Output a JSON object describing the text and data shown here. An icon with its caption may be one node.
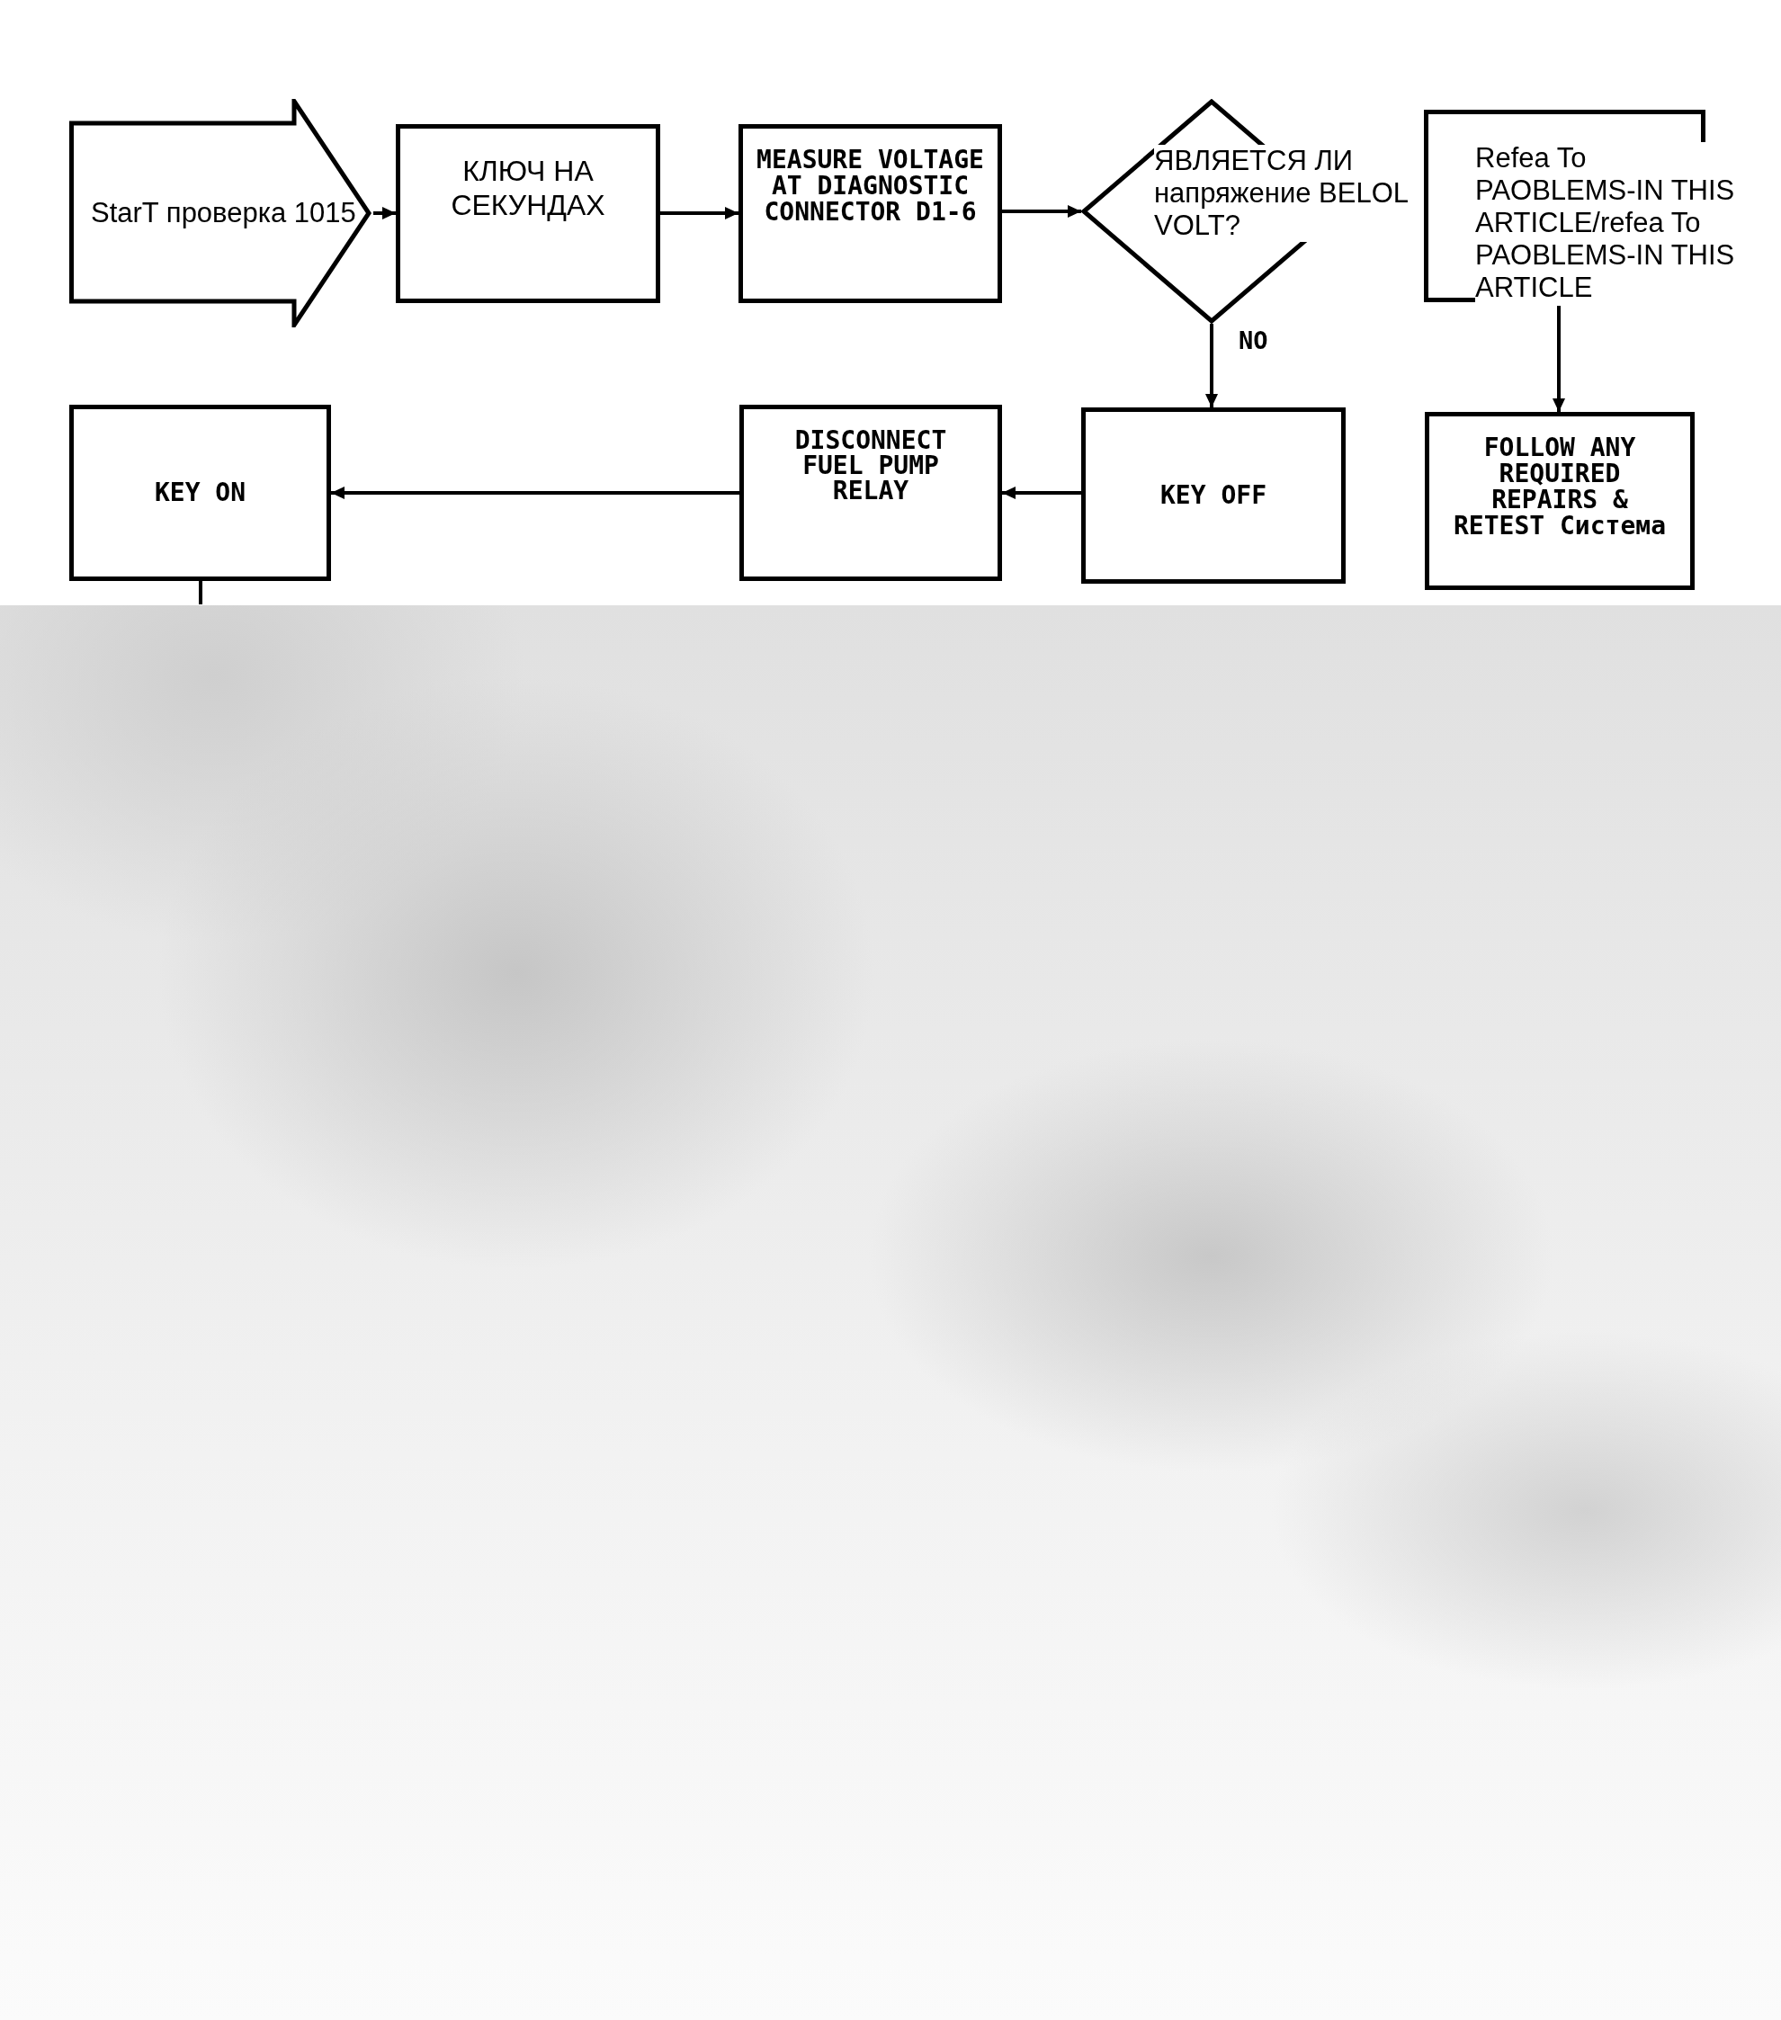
{
  "diagram": {
    "nodes": [
      {
        "text": [
          "StarT проверка 1015"
        ]
      },
      {
        "text": [
          "КЛЮЧ НА СЕКУНДАХ"
        ]
      },
      {
        "text": [
          "MEASURE VOLTAGE AT DIAGNOSTIC CONNECTOR D1-6"
        ]
      },
      {
        "text": [
          "ЯВЛЯЕТСЯ ЛИ напряжение BELOL VOLT?"
        ]
      },
      {
        "text": [
          "Refea To PAOBLEMS-IN THIS ARTICLE/refea To PAOBLEMS-IN THIS ARTICLE"
        ]
      },
      {
        "text": [
          "KEY ON"
        ]
      },
      {
        "text": [
          "DISCONNECT FUEL PUMP RELAY"
        ]
      },
      {
        "text": [
          "KEY OFF"
        ]
      },
      {
        "text": [
          "FOLLOW ANY REQUIRED REPAIRS & RETEST Система"
        ]
      }
    ],
    "edges": [
      {
        "from": 0,
        "to": 1,
        "arrow": "to"
      },
      {
        "from": 1,
        "to": 2,
        "arrow": "to"
      },
      {
        "from": 2,
        "to": 3,
        "arrow": "to"
      },
      {
        "from": 3,
        "to": 7,
        "arrow": "to",
        "label": "NO"
      },
      {
        "from": 4,
        "to": 8,
        "arrow": "to"
      },
      {
        "from": 7,
        "to": 6,
        "arrow": "to"
      },
      {
        "from": 6,
        "to": 5,
        "arrow": "to"
      },
      {
        "from": 5,
        "to": null,
        "arrow": "none"
      }
    ]
  }
}
